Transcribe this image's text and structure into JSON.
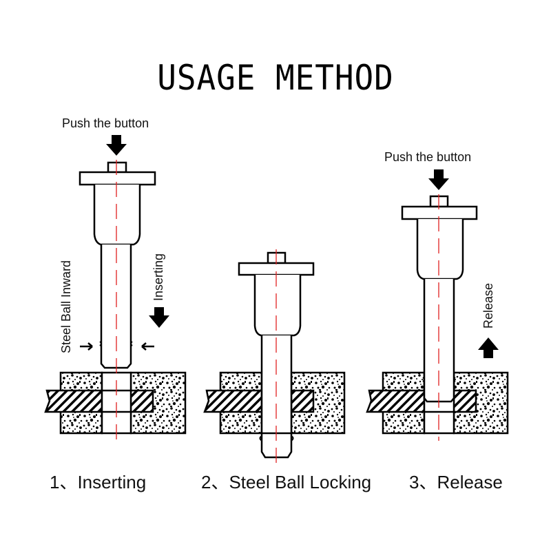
{
  "title": "USAGE METHOD",
  "colors": {
    "line": "#000000",
    "centerline": "#e02020",
    "background": "#ffffff"
  },
  "steps": [
    {
      "caption": "1、Inserting",
      "annotations": {
        "push": "Push the button",
        "left_vertical": "Steel Ball Inward",
        "right_vertical": "Inserting"
      },
      "arrows": [
        "push-down-arrow",
        "insert-down-arrow",
        "ball-inward-left-arrow",
        "ball-inward-right-arrow"
      ]
    },
    {
      "caption": "2、Steel Ball Locking",
      "annotations": {}
    },
    {
      "caption": "3、Release",
      "annotations": {
        "push": "Push the button",
        "right_vertical": "Release"
      },
      "arrows": [
        "push-down-arrow",
        "release-up-arrow"
      ]
    }
  ]
}
